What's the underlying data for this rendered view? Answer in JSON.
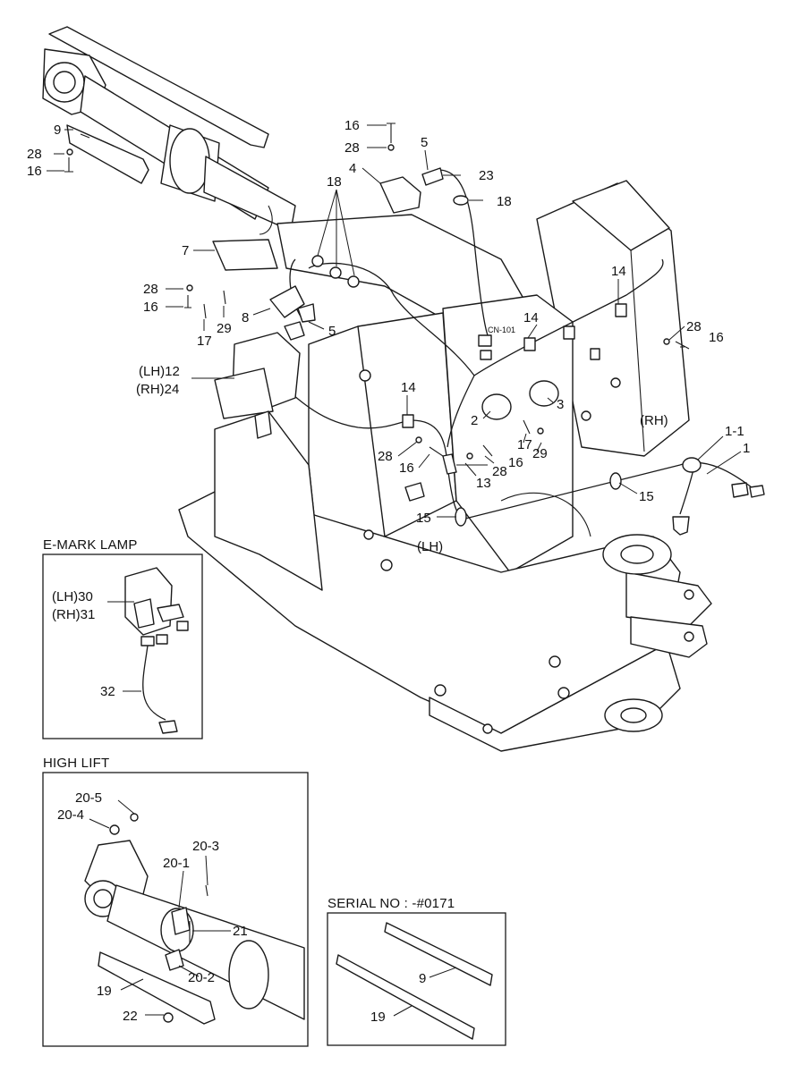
{
  "labels": {
    "c9a": "9",
    "c28a": "28",
    "c16a": "16",
    "c16b": "16",
    "c28b": "28",
    "c5a": "5",
    "c4": "4",
    "c23": "23",
    "c18a": "18",
    "c18b": "18",
    "c7": "7",
    "c28c": "28",
    "c16c": "16",
    "c29a": "29",
    "c17a": "17",
    "c8": "8",
    "c5b": "5",
    "c12": "(LH)12",
    "c24": "(RH)24",
    "c14a": "14",
    "c14b": "14",
    "c14c": "14",
    "c28d": "28",
    "c16d": "16",
    "c2": "2",
    "c3": "3",
    "c17b": "17",
    "c29b": "29",
    "c28e": "28",
    "c16e": "16",
    "c13": "13",
    "c16f": "16",
    "c28f": "28",
    "c15a": "15",
    "c15b": "15",
    "c11": "1-1",
    "c1": "1",
    "crh": "(RH)",
    "clh": "(LH)",
    "cn101": "CN-101"
  },
  "emark": {
    "title": "E-MARK LAMP",
    "l30": "(LH)30",
    "l31": "(RH)31",
    "l32": "32"
  },
  "highlift": {
    "title": "HIGH LIFT",
    "l205": "20-5",
    "l204": "20-4",
    "l203": "20-3",
    "l201": "20-1",
    "l21": "21",
    "l202": "20-2",
    "l19": "19",
    "l22": "22"
  },
  "serial": {
    "title": "SERIAL NO : -#0171",
    "l9": "9",
    "l19": "19"
  },
  "colors": {
    "line": "#1a1a1a",
    "background": "#ffffff"
  }
}
